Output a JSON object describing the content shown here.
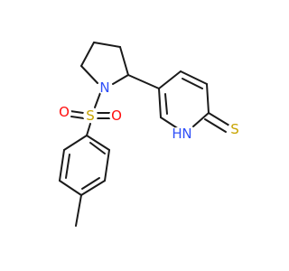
{
  "molecule": {
    "atoms": {
      "n_pyrrolidine": {
        "label": "N",
        "color": "#3050f8"
      },
      "s_sulfonyl": {
        "label": "S",
        "color": "#c8a400"
      },
      "o_upper": {
        "label": "O",
        "color": "#ff0d0d"
      },
      "o_right": {
        "label": "O",
        "color": "#ff0d0d"
      },
      "nh_pyridine": {
        "label": "H",
        "color": "#3050f8"
      },
      "n_pyridine": {
        "label": "N",
        "color": "#3050f8"
      },
      "s_thione": {
        "label": "S",
        "color": "#c8a400"
      }
    },
    "bond_color": "#1a1a1a"
  }
}
